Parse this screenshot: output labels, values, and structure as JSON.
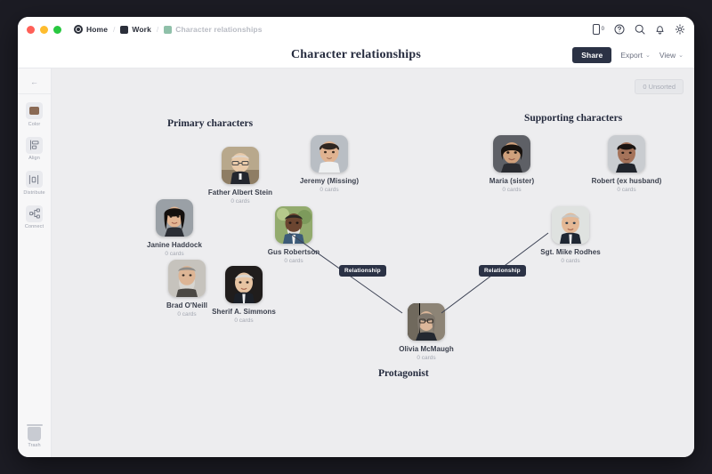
{
  "window": {
    "traffic_lights": [
      "close",
      "minimize",
      "maximize"
    ]
  },
  "breadcrumb": {
    "items": [
      {
        "label": "Home",
        "icon": "home-icon"
      },
      {
        "label": "Work",
        "icon": "folder-swatch"
      },
      {
        "label": "Character relationships",
        "icon": "project-swatch"
      }
    ],
    "separator": "/"
  },
  "titlebar_icons": [
    {
      "name": "device-icon",
      "badge": "0"
    },
    {
      "name": "help-icon"
    },
    {
      "name": "search-icon"
    },
    {
      "name": "notifications-bell-icon"
    },
    {
      "name": "settings-gear-icon"
    }
  ],
  "header": {
    "title": "Character relationships",
    "share_label": "Share",
    "export_label": "Export",
    "view_label": "View",
    "chevron": "⌄"
  },
  "sidebar": {
    "back_arrow": "←",
    "tools": [
      {
        "label": "Color",
        "icon": "color-swatch-icon"
      },
      {
        "label": "Align",
        "icon": "align-icon"
      },
      {
        "label": "Distribute",
        "icon": "distribute-icon"
      },
      {
        "label": "Connect",
        "icon": "connect-icon"
      }
    ],
    "trash_label": "Trash"
  },
  "canvas": {
    "unsorted_pill": "0 Unsorted",
    "sections": [
      {
        "label": "Primary characters"
      },
      {
        "label": "Supporting characters"
      }
    ],
    "protagonist_label": "Protagonist",
    "cards_suffix": "0 cards",
    "nodes": [
      {
        "id": "albert",
        "name": "Father Albert Stein",
        "cards": "0 cards"
      },
      {
        "id": "jeremy",
        "name": "Jeremy (Missing)",
        "cards": "0 cards"
      },
      {
        "id": "maria",
        "name": "Maria (sister)",
        "cards": "0 cards"
      },
      {
        "id": "robert",
        "name": "Robert (ex husband)",
        "cards": "0 cards"
      },
      {
        "id": "janine",
        "name": "Janine Haddock",
        "cards": "0 cards"
      },
      {
        "id": "gus",
        "name": "Gus Robertson",
        "cards": "0 cards"
      },
      {
        "id": "mike",
        "name": "Sgt. Mike Rodhes",
        "cards": "0 cards"
      },
      {
        "id": "brad",
        "name": "Brad O'Neill",
        "cards": "0 cards"
      },
      {
        "id": "sherif",
        "name": "Sherif A. Simmons",
        "cards": "0 cards"
      },
      {
        "id": "olivia",
        "name": "Olivia McMaugh",
        "cards": "0 cards"
      }
    ],
    "edges": [
      {
        "from": "gus",
        "to": "olivia",
        "label": "Relationship"
      },
      {
        "from": "mike",
        "to": "olivia",
        "label": "Relationship"
      }
    ]
  },
  "colors": {
    "accent": "#2b3245",
    "canvas_bg": "#ededef",
    "sidebar_bg": "#f7f7f8",
    "title_text": "#242a3d"
  }
}
